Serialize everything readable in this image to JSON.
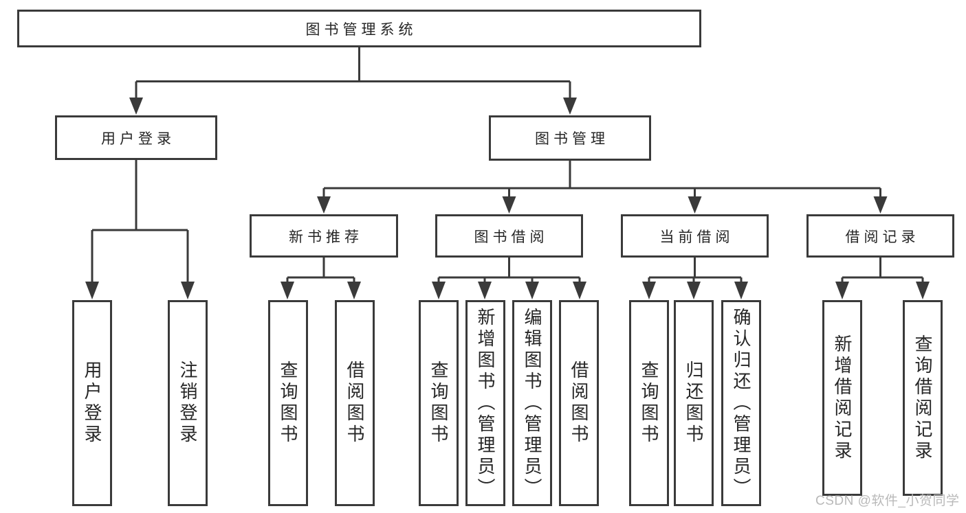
{
  "tree": {
    "label": "图书管理系统",
    "children": [
      {
        "label": "用户登录",
        "children": [
          {
            "label": "用户登录"
          },
          {
            "label": "注销登录"
          }
        ]
      },
      {
        "label": "图书管理",
        "children": [
          {
            "label": "新书推荐",
            "children": [
              {
                "label": "查询图书"
              },
              {
                "label": "借阅图书"
              }
            ]
          },
          {
            "label": "图书借阅",
            "children": [
              {
                "label": "查询图书"
              },
              {
                "label": "新增图书（管理员）"
              },
              {
                "label": "编辑图书（管理员）"
              },
              {
                "label": "借阅图书"
              }
            ]
          },
          {
            "label": "当前借阅",
            "children": [
              {
                "label": "查询图书"
              },
              {
                "label": "归还图书"
              },
              {
                "label": "确认归还（管理员）"
              }
            ]
          },
          {
            "label": "借阅记录",
            "children": [
              {
                "label": "新增借阅记录"
              },
              {
                "label": "查询借阅记录"
              }
            ]
          }
        ]
      }
    ]
  },
  "watermark": "CSDN @软件_小贺同学",
  "colors": {
    "line": "#3a3a3a",
    "border": "#3a3a3a",
    "text": "#262626",
    "watermark": "#b9b9b9",
    "background": "#ffffff"
  }
}
